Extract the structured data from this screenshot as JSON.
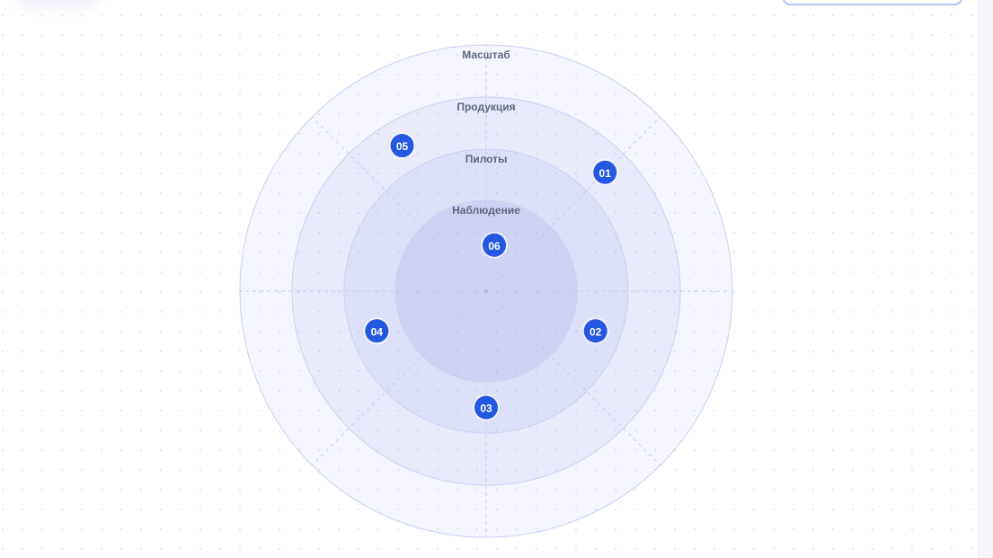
{
  "radar": {
    "rings": [
      "Масштаб",
      "Продукция",
      "Пилоты",
      "Наблюдение"
    ],
    "points": [
      {
        "label": "01",
        "ring": "Продукция",
        "angle_deg": 45
      },
      {
        "label": "02",
        "ring": "Пилоты",
        "angle_deg": 110
      },
      {
        "label": "03",
        "ring": "Пилоты",
        "angle_deg": 180
      },
      {
        "label": "04",
        "ring": "Пилоты",
        "angle_deg": 250
      },
      {
        "label": "05",
        "ring": "Продукция",
        "angle_deg": 330
      },
      {
        "label": "06",
        "ring": "Наблюдение",
        "angle_deg": 10
      }
    ]
  },
  "colors": {
    "accent": "#2458e0",
    "ring_fill": "#5b6ee0",
    "label": "#5f6782"
  }
}
